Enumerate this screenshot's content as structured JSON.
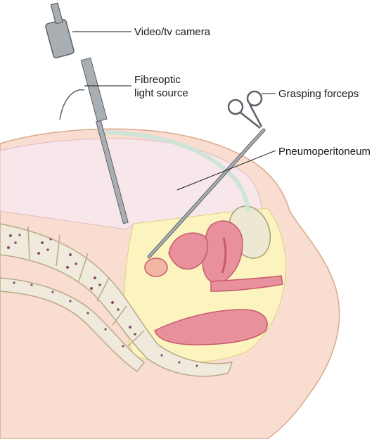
{
  "labels": {
    "camera": "Video/tv camera",
    "light_line1": "Fibreoptic",
    "light_line2": "light source",
    "forceps": "Grasping forceps",
    "pneumoperitoneum": "Pneumoperitoneum"
  },
  "colors": {
    "skin": "#f8ddd0",
    "skin_edge": "#d9a88e",
    "cavity": "#f7e6ea",
    "pelvis_field": "#fbf4bf",
    "bone": "#efeadc",
    "bone_dots": "#8a4a6a",
    "organ": "#e8909c",
    "organ_dark": "#c85a6e",
    "bladder": "#ece8d2",
    "metal": "#a9aeb3",
    "metal_dark": "#5d6268",
    "gas_tube": "#cfe3d8"
  }
}
